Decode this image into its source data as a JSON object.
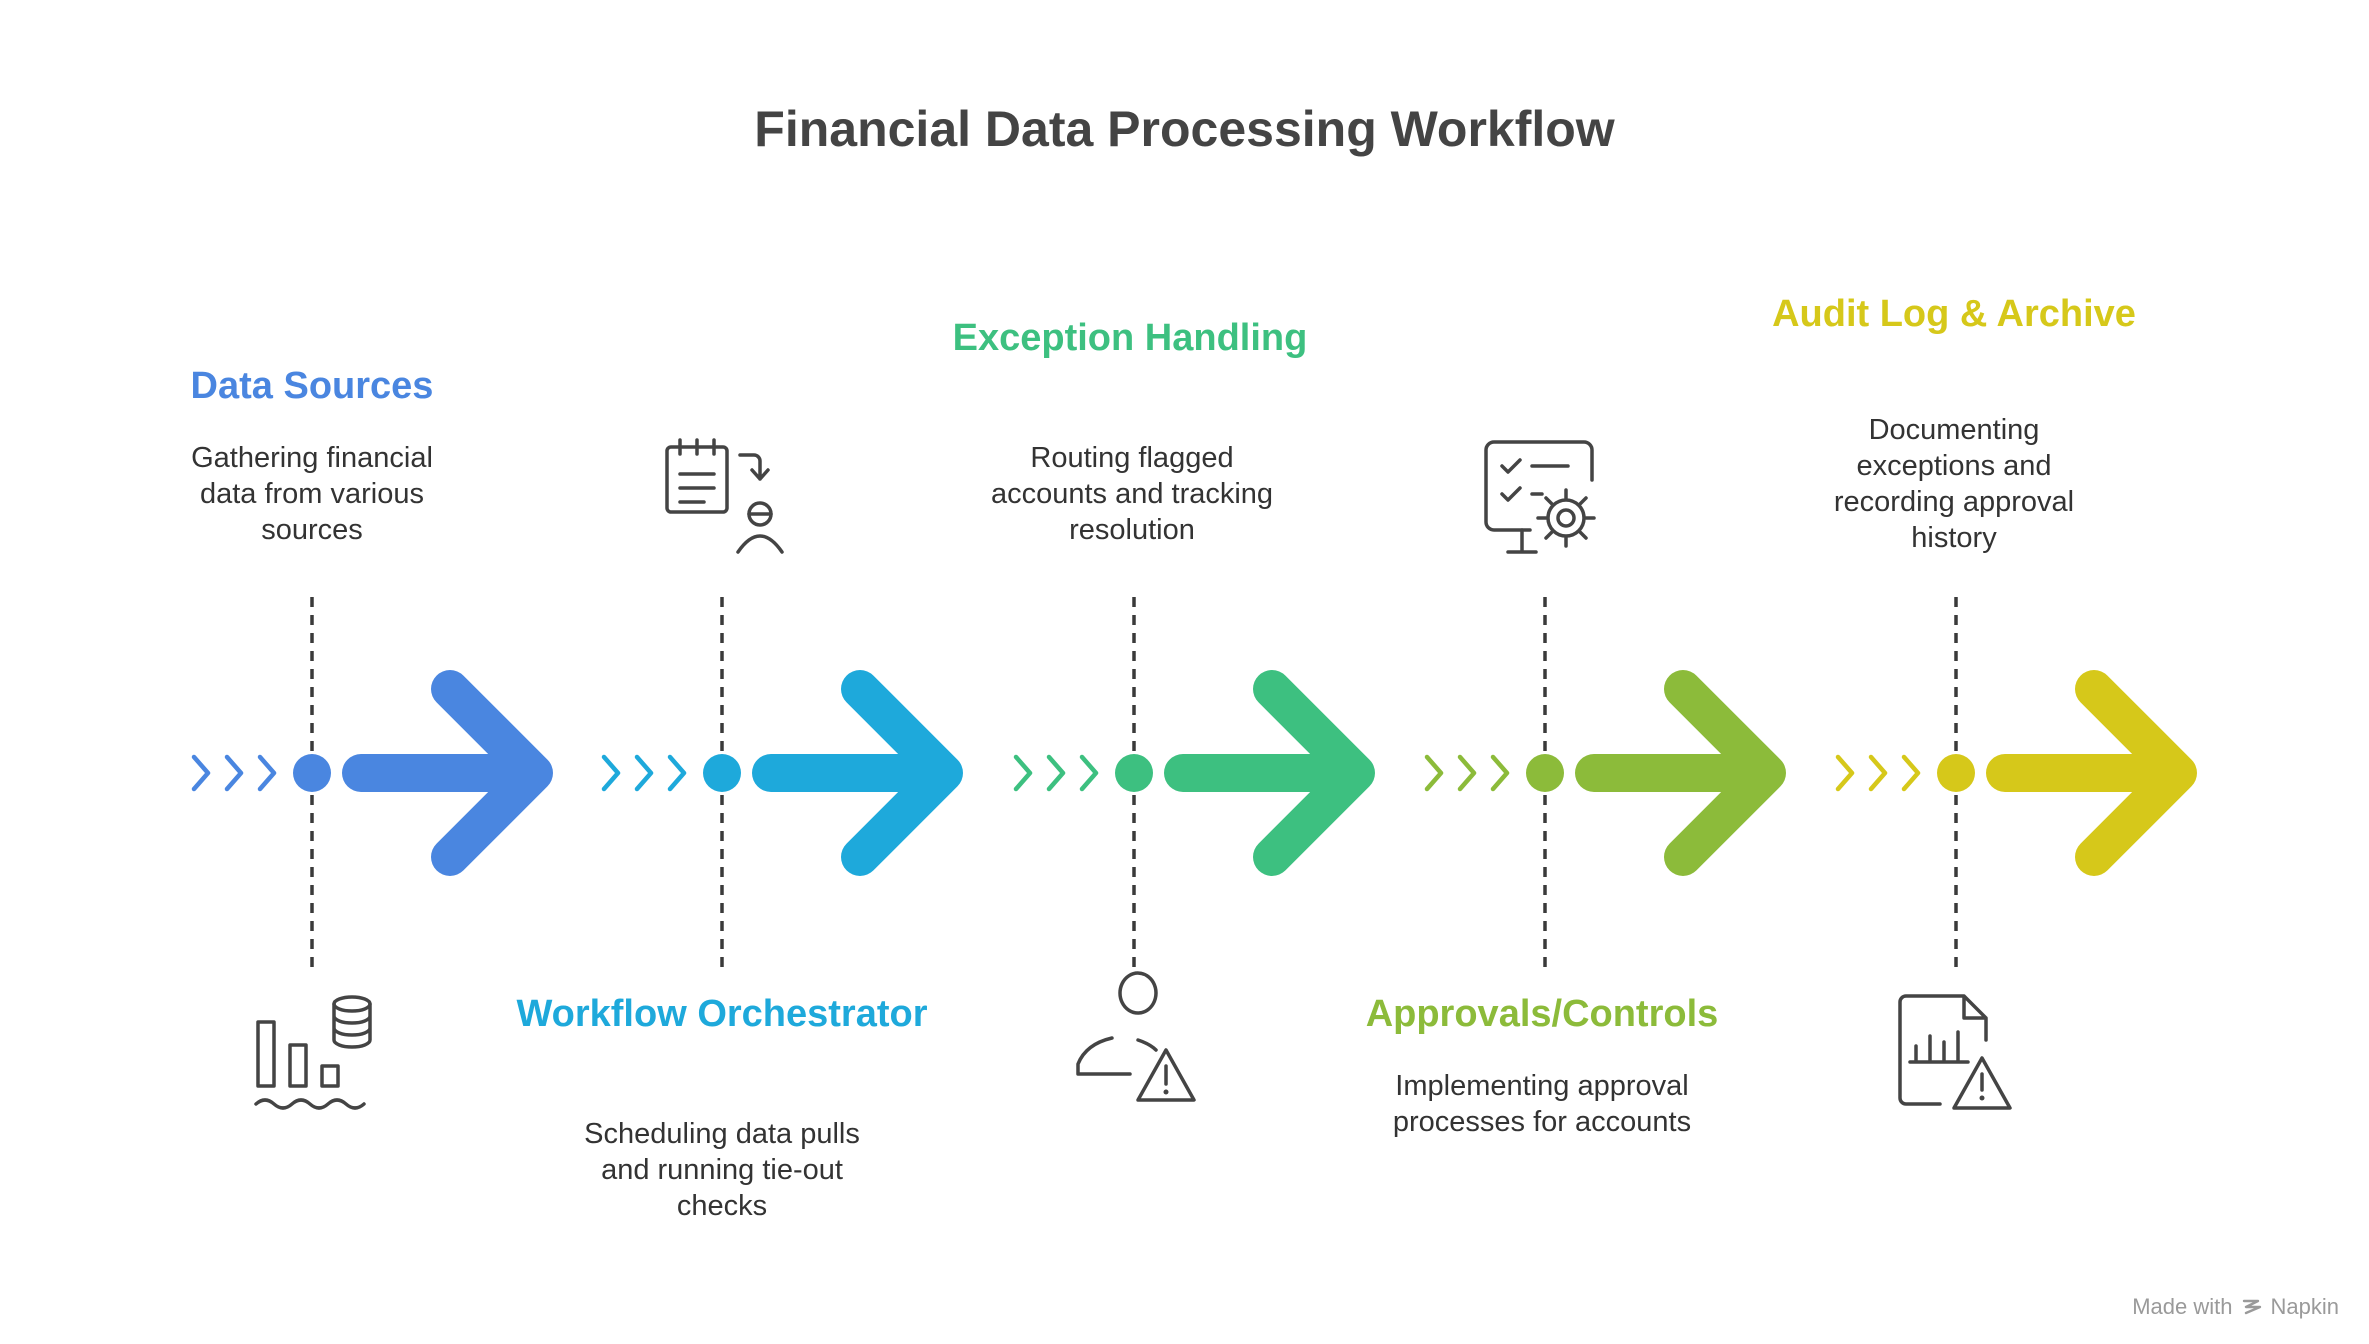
{
  "title": "Financial Data Processing Workflow",
  "steps": [
    {
      "title": "Data Sources",
      "description": "Gathering financial data from various sources",
      "position": "top",
      "color": "#4A86E0",
      "icon": "database-bar-chart-icon"
    },
    {
      "title": "Workflow Orchestrator",
      "description": "Scheduling data pulls and running tie-out checks",
      "position": "bottom",
      "color": "#1EA9DB",
      "icon": "schedule-user-icon"
    },
    {
      "title": "Exception Handling",
      "description": "Routing flagged accounts and tracking resolution",
      "position": "top",
      "color": "#3DC080",
      "icon": "user-warning-icon"
    },
    {
      "title": "Approvals/Controls",
      "description": "Implementing approval processes for accounts",
      "position": "bottom",
      "color": "#8CBB3A",
      "icon": "checklist-gear-icon"
    },
    {
      "title": "Audit Log & Archive",
      "description": "Documenting exceptions and recording approval history",
      "position": "top",
      "color": "#D6C81A",
      "icon": "document-chart-warning-icon"
    }
  ],
  "footer": {
    "made_with": "Made with",
    "brand": "Napkin"
  }
}
